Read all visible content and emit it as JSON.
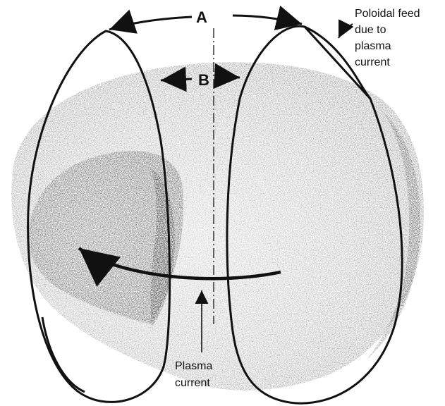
{
  "diagram": {
    "labels": {
      "a": "A",
      "b": "B",
      "poloidal_feed": [
        "Poloidal feed",
        "due to",
        "plasma",
        "current"
      ],
      "plasma_current": [
        "Plasma",
        "current"
      ]
    },
    "colors": {
      "ink": "#111111",
      "plasma_shade": "#8a8a8a",
      "plasma_dark": "#3a3a3a",
      "background": "#ffffff"
    }
  }
}
